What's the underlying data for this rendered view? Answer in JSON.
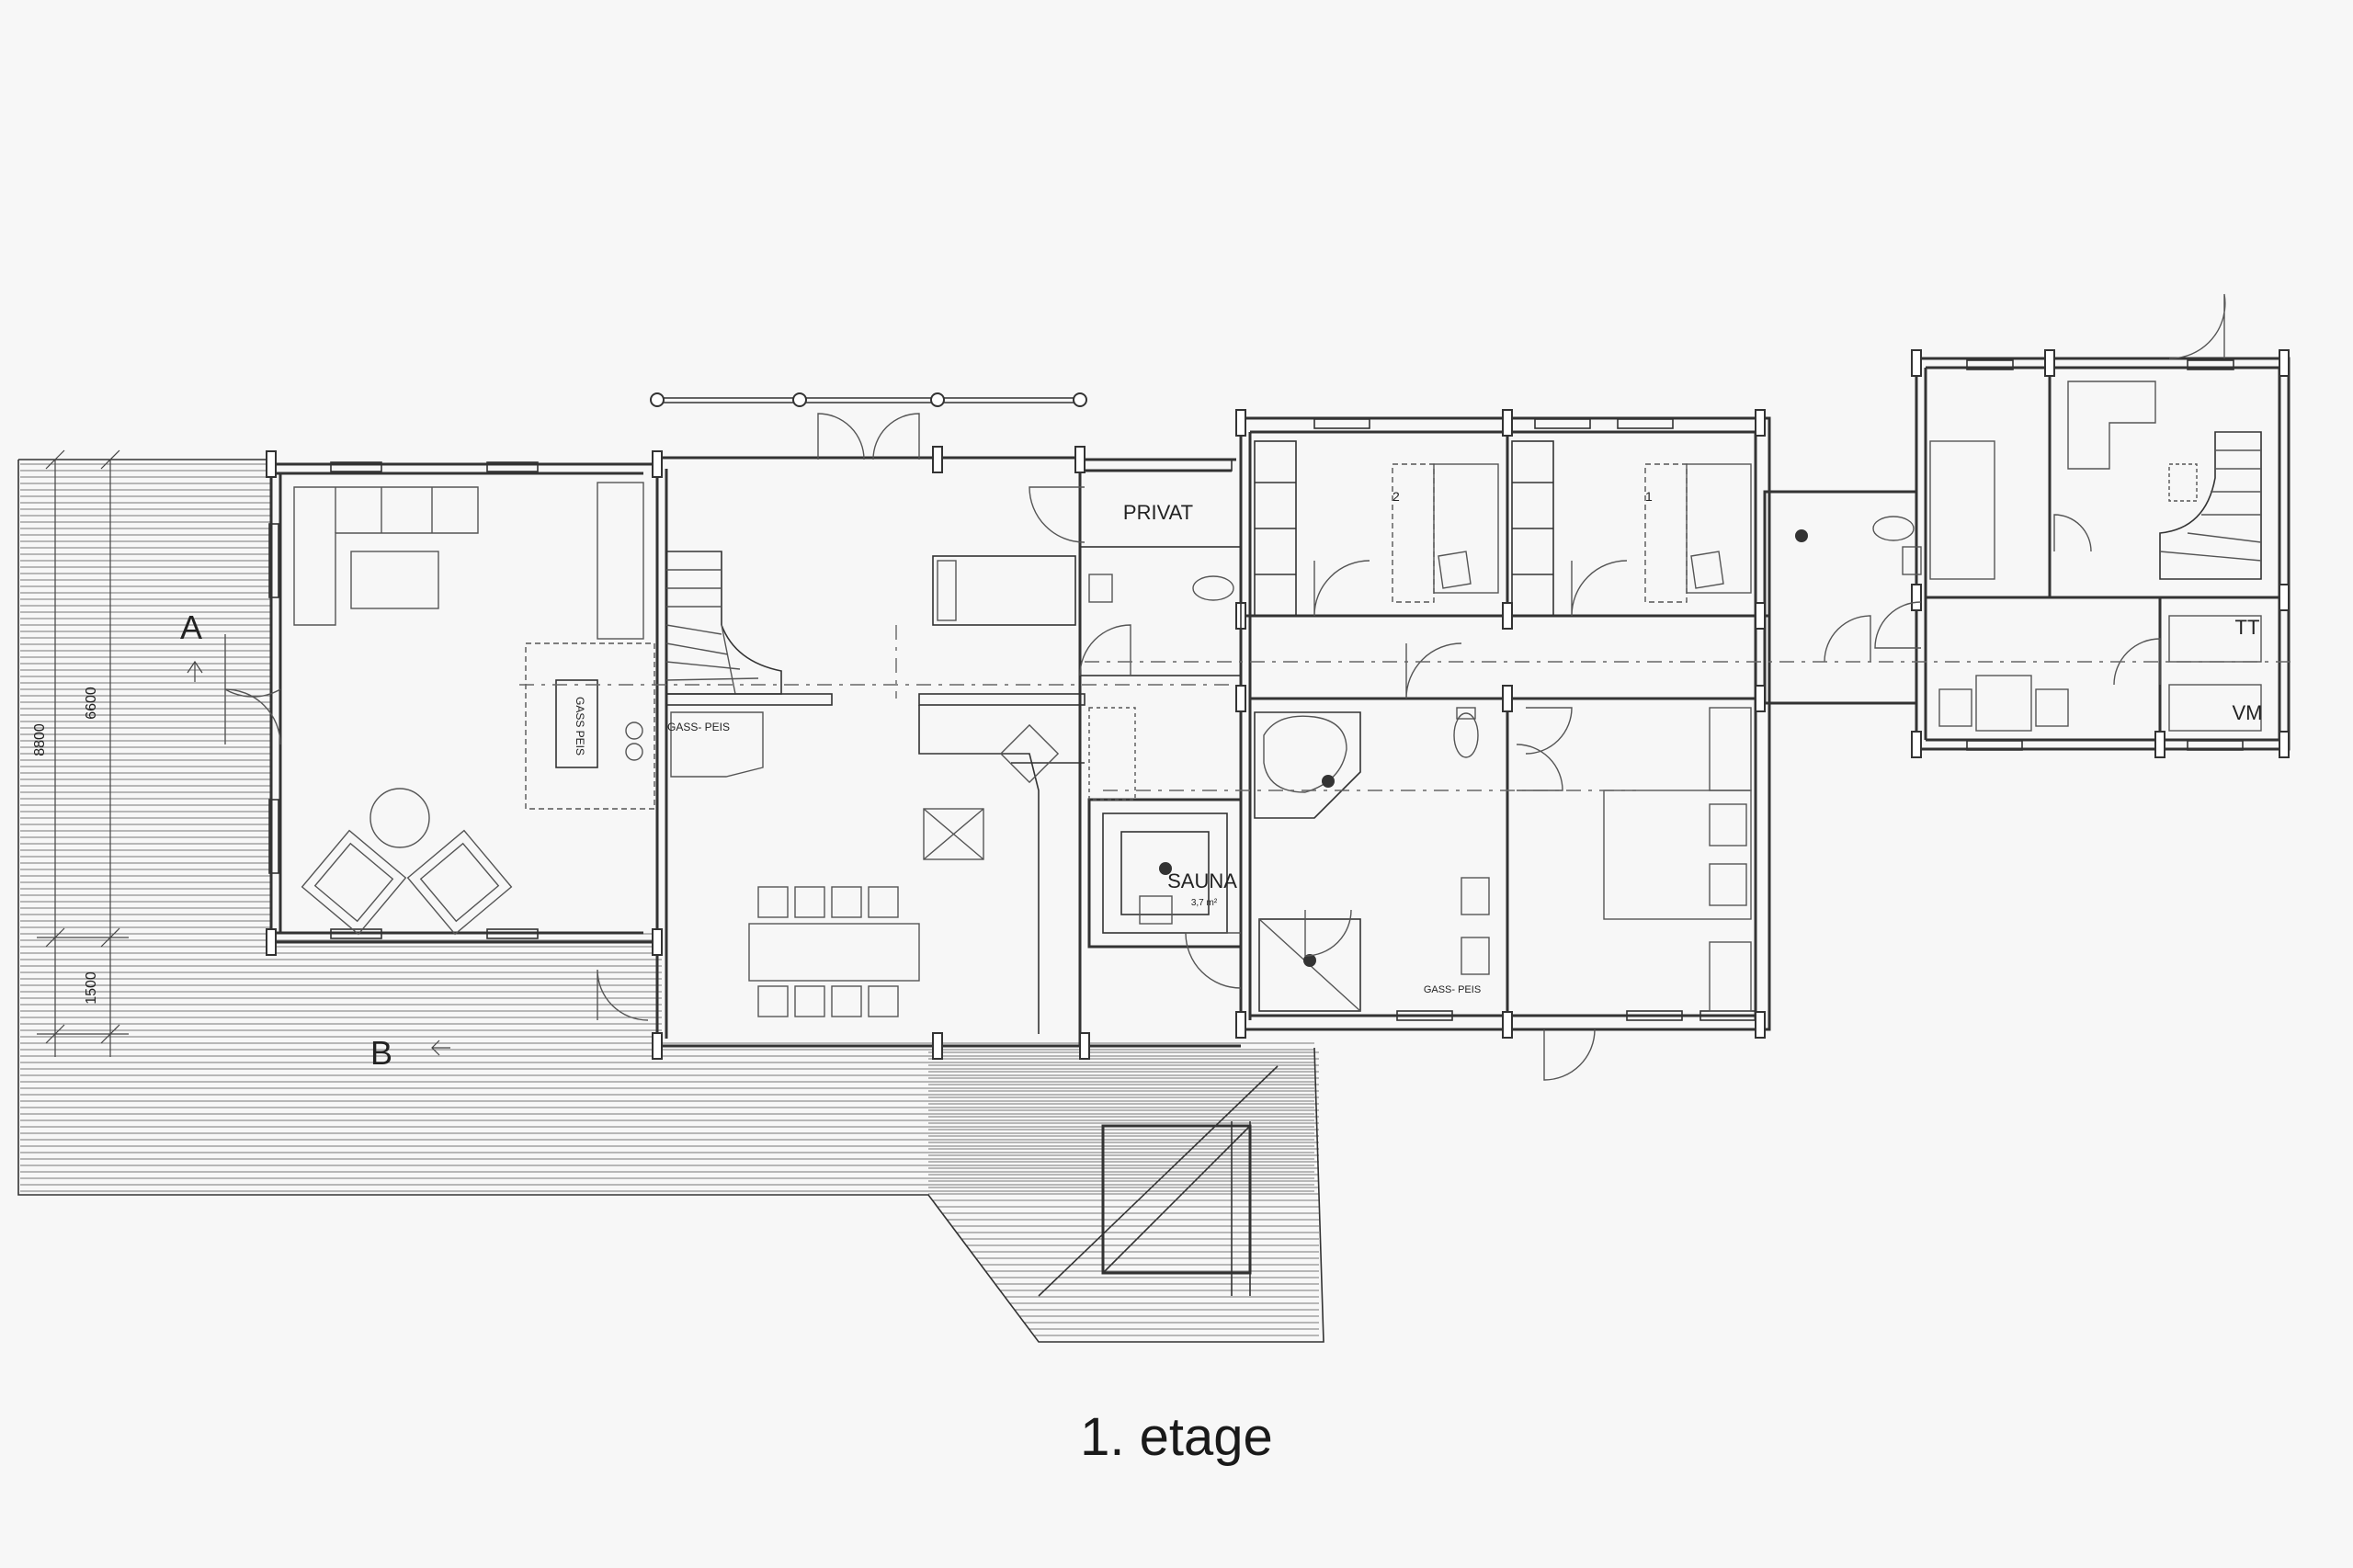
{
  "drawing": {
    "caption": "1. etage",
    "room_labels": {
      "privat": "PRIVAT",
      "sauna": "SAUNA",
      "sauna_area": "3,7 m²",
      "tt": "TT",
      "vm": "VM"
    },
    "fireplace_labels": {
      "living": "GASS PEIS",
      "kitchen": "GASS-\nPEIS",
      "bath": "GASS-\nPEIS"
    },
    "section_markers": {
      "a": "A",
      "b": "B"
    },
    "dimensions": {
      "d1": "8800",
      "d2": "6600",
      "d3": "1500"
    },
    "bed_numbers": {
      "room_1": "2",
      "room_2": "1"
    }
  }
}
